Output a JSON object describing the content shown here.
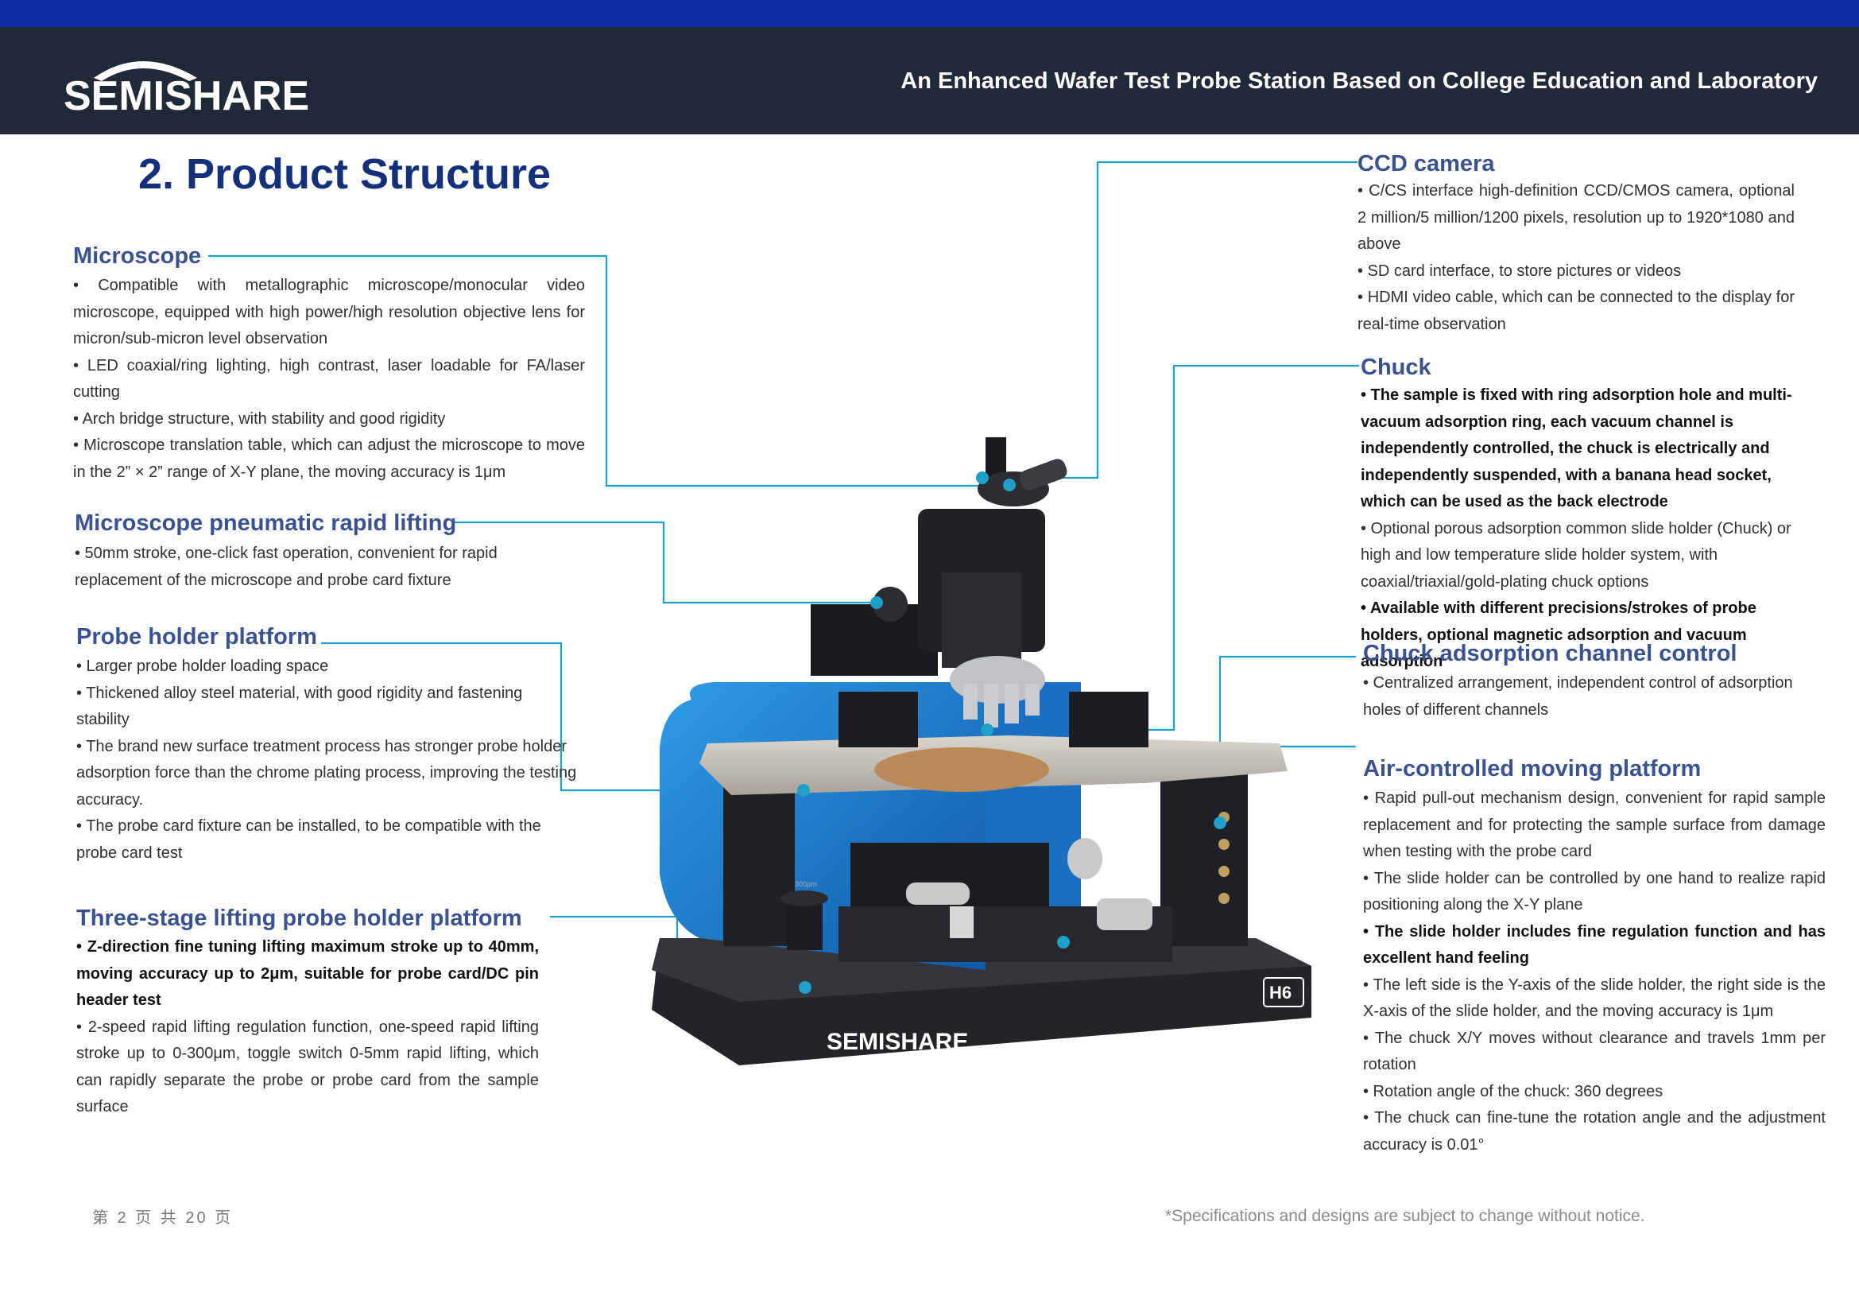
{
  "header": {
    "brand": "SEMISHARE",
    "title": "An Enhanced Wafer Test Probe Station Based on College Education and Laboratory"
  },
  "page_title": "2. Product Structure",
  "sections": {
    "microscope": {
      "title": "Microscope",
      "bullets": [
        "• Compatible with metallographic microscope/monocular video microscope, equipped with high power/high resolution objective lens for micron/sub-micron level observation",
        "• LED coaxial/ring lighting, high contrast, laser loadable for FA/laser cutting",
        "• Arch bridge structure, with stability and good rigidity",
        "• Microscope translation table, which can adjust the microscope to move in the 2” × 2” range of X-Y plane, the moving accuracy is 1μm"
      ]
    },
    "pneumatic": {
      "title": "Microscope pneumatic rapid lifting",
      "bullets": [
        "• 50mm stroke, one-click fast operation, convenient for rapid replacement of the microscope and probe card fixture"
      ]
    },
    "probe_holder": {
      "title": "Probe holder platform",
      "bullets": [
        "• Larger probe holder loading space",
        "• Thickened alloy steel material, with good rigidity and fastening stability",
        "• The brand new surface treatment process has stronger probe holder adsorption force than the chrome plating process, improving the testing accuracy.",
        "• The probe card fixture can be installed, to be compatible with the probe card test"
      ]
    },
    "three_stage": {
      "title": "Three-stage lifting probe holder platform",
      "bullets": [
        "• Z-direction fine tuning lifting maximum stroke up to 40mm, moving accuracy up to 2μm, suitable for probe card/DC pin header test",
        "• 2-speed rapid lifting regulation function, one-speed rapid lifting stroke up to 0-300μm, toggle switch 0-5mm rapid lifting, which can rapidly separate the probe or probe card from the sample surface"
      ]
    },
    "ccd": {
      "title": "CCD camera",
      "bullets": [
        "• C/CS interface high-definition CCD/CMOS camera, optional 2 million/5 million/1200 pixels, resolution up to 1920*1080 and above",
        "• SD card interface, to store pictures or videos",
        "• HDMI video cable, which can be connected to the display for real-time observation"
      ]
    },
    "chuck": {
      "title": "Chuck",
      "bullets": [
        "• The sample is fixed with ring adsorption hole and multi-vacuum adsorption ring, each vacuum channel is independently controlled, the chuck is electrically and independently suspended, with a banana head socket, which can be used as the back electrode",
        "• Optional porous adsorption common slide holder (Chuck) or high and low temperature slide holder system, with coaxial/triaxial/gold-plating chuck options",
        "• Available with different precisions/strokes of probe holders, optional magnetic adsorption and vacuum adsorption"
      ]
    },
    "adsorption": {
      "title": "Chuck adsorption channel control",
      "bullets": [
        "• Centralized arrangement, independent control of adsorption holes of different channels"
      ]
    },
    "air_platform": {
      "title": "Air-controlled moving platform",
      "bullets": [
        "• Rapid pull-out mechanism design, convenient for rapid sample replacement and for protecting the sample surface from damage when testing with the probe card",
        "• The slide holder can be controlled by one hand to realize rapid positioning along the X-Y plane",
        "• The slide holder includes fine regulation function and has excellent hand feeling",
        "• The left side is the Y-axis of the slide holder, the right side is the X-axis of the slide holder, and the moving accuracy is 1μm",
        "• The chuck X/Y moves without clearance and travels 1mm per rotation",
        "• Rotation angle of the chuck: 360 degrees",
        "• The chuck can fine-tune the rotation angle and the adjustment accuracy is 0.01°"
      ]
    }
  },
  "machine": {
    "model": "H6",
    "brand": "SEMISHARE",
    "knob_label": "300μm"
  },
  "footer": {
    "page_info": "第 2 页 共 20 页",
    "disclaimer": "*Specifications and designs are subject to change without notice."
  }
}
